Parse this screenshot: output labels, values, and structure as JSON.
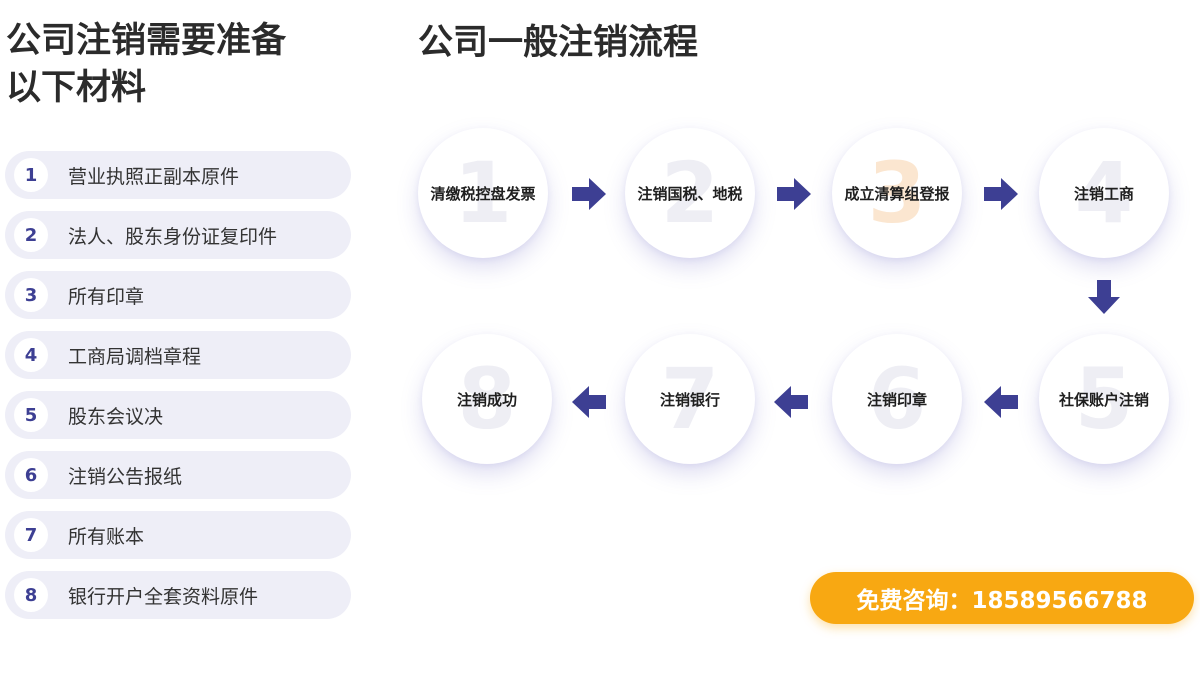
{
  "materials": {
    "title_line1": "公司注销需要准备",
    "title_line2": "以下材料",
    "items": [
      {
        "num": "1",
        "label": "营业执照正副本原件"
      },
      {
        "num": "2",
        "label": "法人、股东身份证复印件"
      },
      {
        "num": "3",
        "label": "所有印章"
      },
      {
        "num": "4",
        "label": "工商局调档章程"
      },
      {
        "num": "5",
        "label": "股东会议决"
      },
      {
        "num": "6",
        "label": "注销公告报纸"
      },
      {
        "num": "7",
        "label": "所有账本"
      },
      {
        "num": "8",
        "label": "银行开户全套资料原件"
      }
    ]
  },
  "process": {
    "title": "公司一般注销流程",
    "steps": [
      {
        "num": "1",
        "label": "清缴税控盘发票"
      },
      {
        "num": "2",
        "label": "注销国税、地税"
      },
      {
        "num": "3",
        "label": "成立清算组登报"
      },
      {
        "num": "4",
        "label": "注销工商"
      },
      {
        "num": "5",
        "label": "社保账户注销"
      },
      {
        "num": "6",
        "label": "注销印章"
      },
      {
        "num": "7",
        "label": "注销银行"
      },
      {
        "num": "8",
        "label": "注销成功"
      }
    ]
  },
  "consult": {
    "label": "免费咨询：18589566788"
  },
  "colors": {
    "accent": "#3d3f93",
    "pill_bg": "#eeeef7",
    "button": "#f8a812"
  },
  "icons": {
    "flow_arrow": "arrow-icon"
  }
}
